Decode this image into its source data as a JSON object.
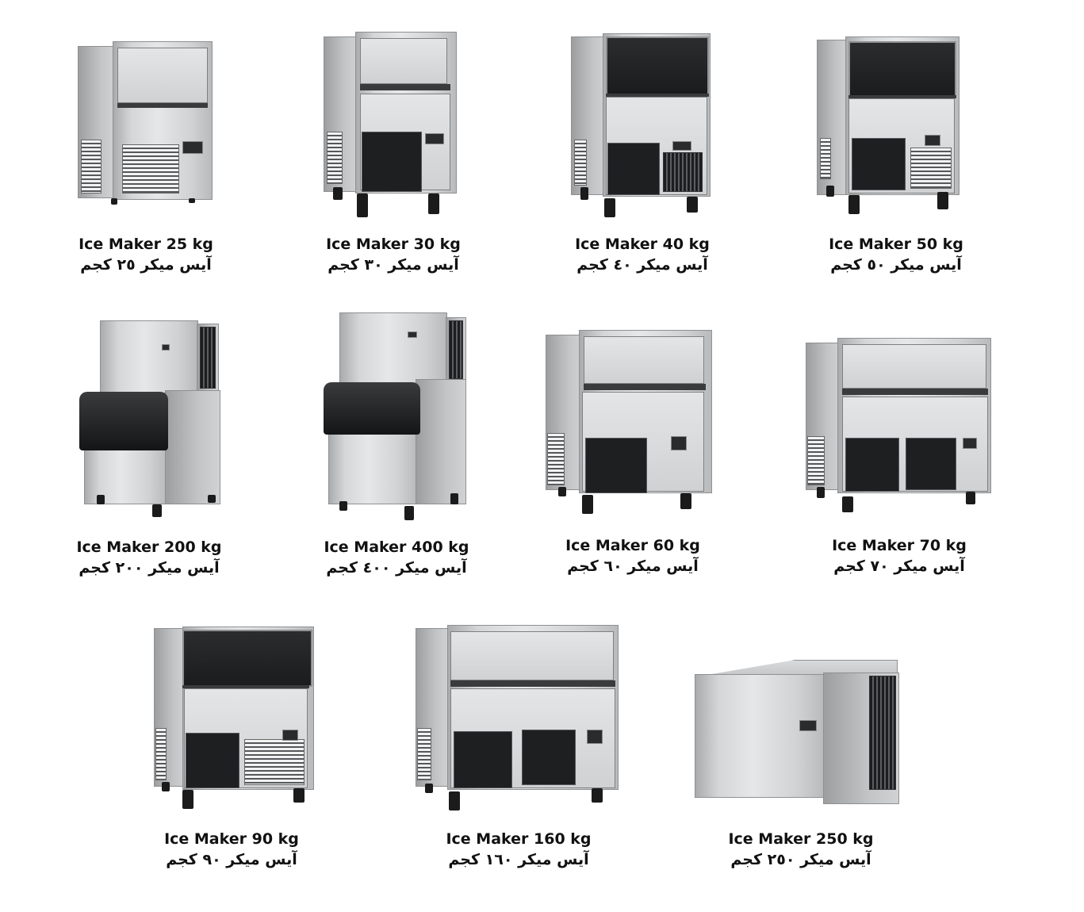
{
  "products": [
    {
      "id": "25kg",
      "name_en": "Ice Maker 25 kg",
      "name_ar": "آيس ميكر ٢٥ كجم",
      "style": "undercounter-steel-door"
    },
    {
      "id": "30kg",
      "name_en": "Ice Maker 30 kg",
      "name_ar": "آيس ميكر ٣٠ كجم",
      "style": "undercounter-steel-door"
    },
    {
      "id": "40kg",
      "name_en": "Ice Maker 40 kg",
      "name_ar": "آيس ميكر ٤٠ كجم",
      "style": "undercounter-black-door"
    },
    {
      "id": "50kg",
      "name_en": "Ice Maker 50 kg",
      "name_ar": "آيس ميكر ٥٠ كجم",
      "style": "undercounter-black-door"
    },
    {
      "id": "200kg",
      "name_en": "Ice Maker 200 kg",
      "name_ar": "آيس ميكر ٢٠٠ كجم",
      "style": "modular-with-bin"
    },
    {
      "id": "400kg",
      "name_en": "Ice Maker 400 kg",
      "name_ar": "آيس ميكر ٤٠٠ كجم",
      "style": "modular-with-bin"
    },
    {
      "id": "60kg",
      "name_en": "Ice Maker 60 kg",
      "name_ar": "آيس ميكر ٦٠ كجم",
      "style": "undercounter-wide-steel-door"
    },
    {
      "id": "70kg",
      "name_en": "Ice Maker 70 kg",
      "name_ar": "آيس ميكر ٧٠ كجم",
      "style": "undercounter-wide-steel-door"
    },
    {
      "id": "90kg",
      "name_en": "Ice Maker 90 kg",
      "name_ar": "آيس ميكر ٩٠ كجم",
      "style": "undercounter-wide-black-door"
    },
    {
      "id": "160kg",
      "name_en": "Ice Maker 160 kg",
      "name_ar": "آيس ميكر ١٦٠ كجم",
      "style": "undercounter-wide-steel-door"
    },
    {
      "id": "250kg",
      "name_en": "Ice Maker 250 kg",
      "name_ar": "آيس ميكر ٢٥٠ كجم",
      "style": "modular-head"
    }
  ],
  "colors": {
    "background": "#ffffff",
    "steel": "#d4d6d8",
    "dark_panel": "#1e1f21",
    "text": "#111111"
  }
}
